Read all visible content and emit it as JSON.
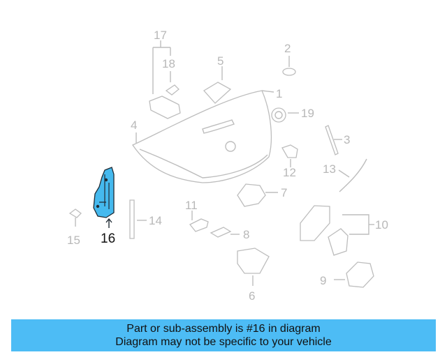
{
  "diagram": {
    "labels": {
      "l1": "1",
      "l2": "2",
      "l3": "3",
      "l4": "4",
      "l5": "5",
      "l6": "6",
      "l7": "7",
      "l8": "8",
      "l9": "9",
      "l10": "10",
      "l11": "11",
      "l12": "12",
      "l13": "13",
      "l14": "14",
      "l15": "15",
      "l16": "16",
      "l17": "17",
      "l18": "18",
      "l19": "19"
    },
    "highlight_part": "16",
    "colors": {
      "highlight": "#45b9ee",
      "banner": "#4dbcf5",
      "line": "#bdbdbd"
    }
  },
  "banner": {
    "line1": "Part or sub-assembly is #16 in diagram",
    "line2": "Diagram may not be specific to your vehicle"
  }
}
